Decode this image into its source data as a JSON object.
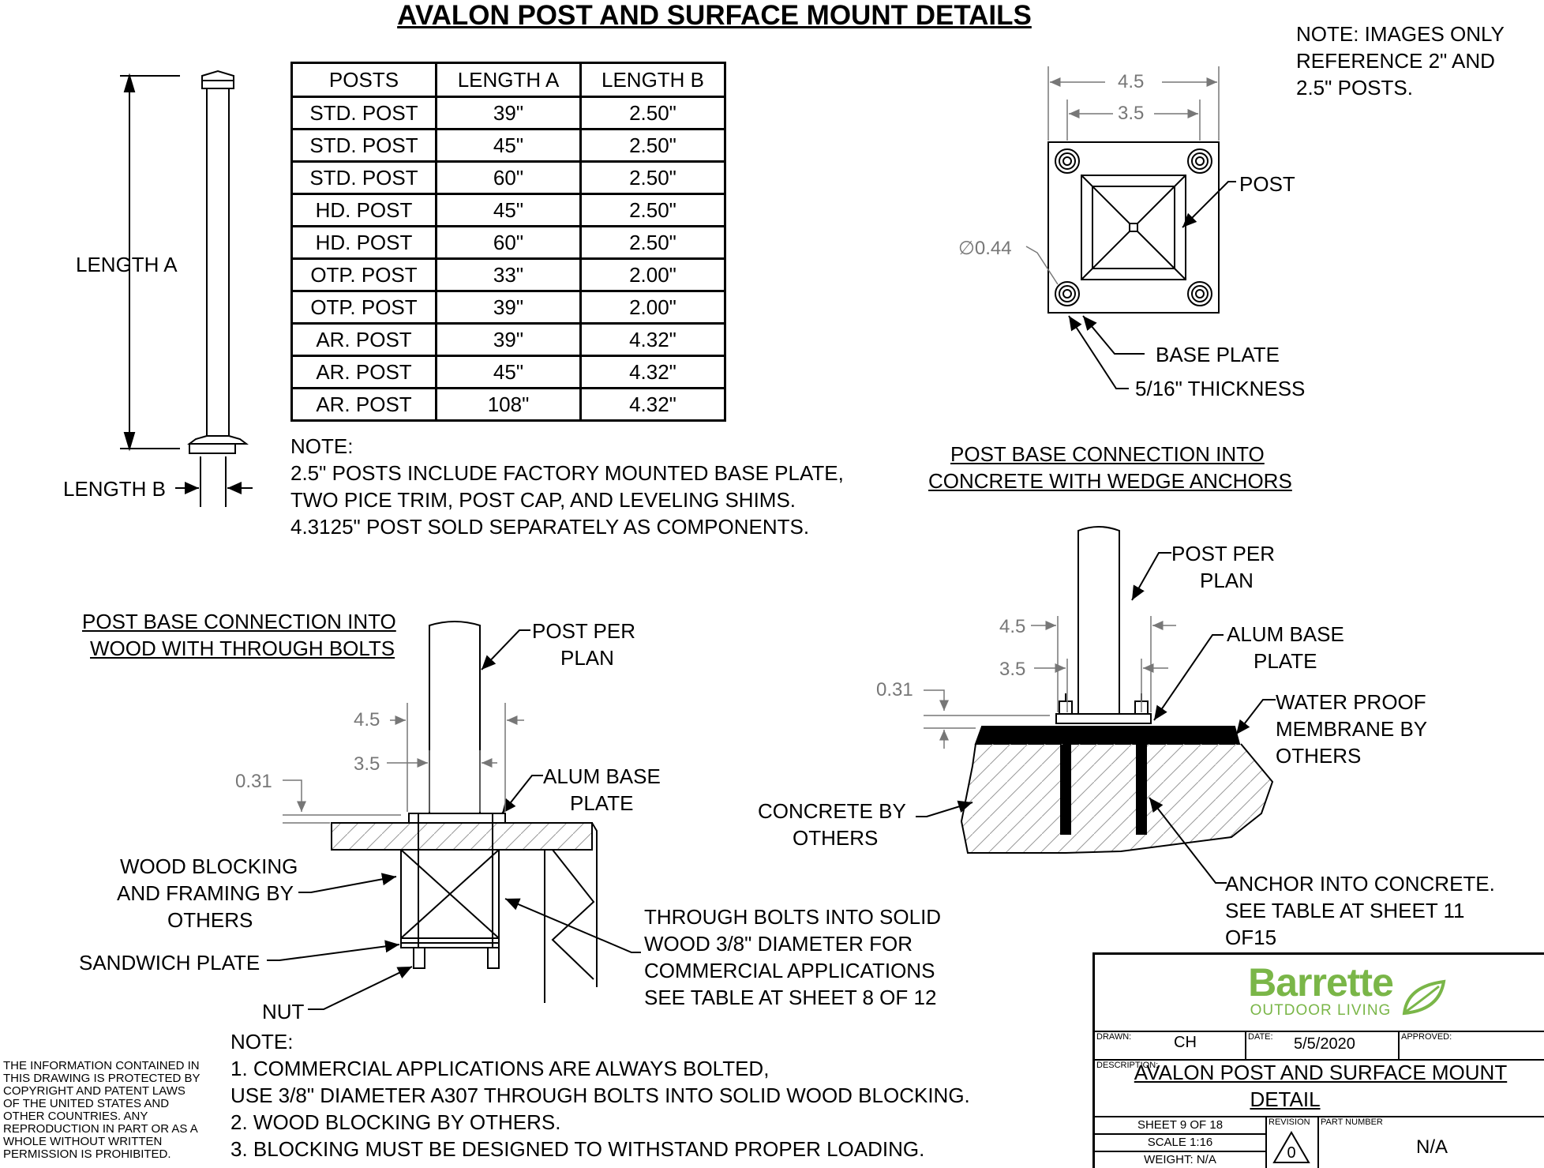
{
  "title": "AVALON POST AND SURFACE MOUNT DETAILS",
  "note_images": [
    "NOTE: IMAGES ONLY",
    "REFERENCE 2\" AND",
    "2.5\" POSTS."
  ],
  "post_elevation": {
    "length_a": "LENGTH A",
    "length_b": "LENGTH B"
  },
  "posts_table": {
    "headers": [
      "POSTS",
      "LENGTH A",
      "LENGTH B"
    ],
    "rows": [
      [
        "STD. POST",
        "39\"",
        "2.50\""
      ],
      [
        "STD. POST",
        "45\"",
        "2.50\""
      ],
      [
        "STD. POST",
        "60\"",
        "2.50\""
      ],
      [
        "HD. POST",
        "45\"",
        "2.50\""
      ],
      [
        "HD. POST",
        "60\"",
        "2.50\""
      ],
      [
        "OTP. POST",
        "33\"",
        "2.00\""
      ],
      [
        "OTP. POST",
        "39\"",
        "2.00\""
      ],
      [
        "AR. POST",
        "39\"",
        "4.32\""
      ],
      [
        "AR. POST",
        "45\"",
        "4.32\""
      ],
      [
        "AR. POST",
        "108\"",
        "4.32\""
      ]
    ]
  },
  "table_note": [
    "NOTE:",
    "2.5\" POSTS INCLUDE FACTORY MOUNTED BASE PLATE,",
    "TWO PICE TRIM, POST CAP, AND LEVELING SHIMS.",
    "4.3125\" POST SOLD SEPARATELY AS COMPONENTS."
  ],
  "plan_view": {
    "dim_outer": "4.5",
    "dim_inner": "3.5",
    "hole_dia": "∅0.44",
    "post": "POST",
    "base_plate": "BASE PLATE",
    "thickness": "5/16\" THICKNESS"
  },
  "concrete_detail": {
    "title": [
      "POST BASE CONNECTION INTO",
      "CONCRETE WITH WEDGE ANCHORS"
    ],
    "post_per_plan": [
      "POST PER",
      "PLAN"
    ],
    "dim_outer": "4.5",
    "dim_inner": "3.5",
    "dim_thk": "0.31",
    "alum_base_plate": [
      "ALUM BASE",
      "PLATE"
    ],
    "membrane": [
      "WATER PROOF",
      "MEMBRANE BY",
      "OTHERS"
    ],
    "concrete": [
      "CONCRETE BY",
      "OTHERS"
    ],
    "anchor": [
      "ANCHOR INTO CONCRETE.",
      "SEE TABLE AT SHEET 11",
      "OF15"
    ]
  },
  "wood_detail": {
    "title": [
      "POST BASE CONNECTION INTO",
      "WOOD WITH THROUGH BOLTS"
    ],
    "post_per_plan": [
      "POST PER",
      "PLAN"
    ],
    "dim_outer": "4.5",
    "dim_inner": "3.5",
    "dim_thk": "0.31",
    "alum_base_plate": [
      "ALUM BASE",
      "PLATE"
    ],
    "wood_blocking": [
      "WOOD BLOCKING",
      "AND FRAMING BY",
      "OTHERS"
    ],
    "sandwich_plate": "SANDWICH PLATE",
    "nut": "NUT",
    "through_bolts": [
      "THROUGH BOLTS INTO SOLID",
      "WOOD 3/8\" DIAMETER FOR",
      "COMMERCIAL APPLICATIONS",
      "SEE TABLE AT SHEET 8 OF 12"
    ]
  },
  "bottom_note": [
    "NOTE:",
    "1. COMMERCIAL APPLICATIONS ARE ALWAYS BOLTED,",
    "USE 3/8\" DIAMETER A307 THROUGH BOLTS INTO SOLID WOOD BLOCKING.",
    "2. WOOD BLOCKING BY OTHERS.",
    "3. BLOCKING MUST BE DESIGNED TO WITHSTAND PROPER LOADING."
  ],
  "copyright": [
    "THE INFORMATION CONTAINED IN",
    "THIS  DRAWING IS PROTECTED BY",
    "COPYRIGHT AND PATENT LAWS",
    "OF THE UNITED STATES AND",
    "OTHER COUNTRIES. ANY",
    "REPRODUCTION IN PART OR AS A",
    "WHOLE WITHOUT WRITTEN",
    "PERMISSION IS PROHIBITED."
  ],
  "title_block": {
    "logo": "Barrette",
    "logo_sub": "OUTDOOR LIVING",
    "drawn_label": "DRAWN:",
    "drawn": "CH",
    "date_label": "DATE:",
    "date": "5/5/2020",
    "approved_label": "APPROVED:",
    "description_label": "DESCRIPTION:",
    "description": [
      "AVALON POST AND SURFACE MOUNT",
      "DETAIL"
    ],
    "sheet": "SHEET 9 OF 18",
    "scale": "SCALE 1:16",
    "weight": "WEIGHT: N/A",
    "revision_label": "REVISION",
    "revision": "0",
    "part_label": "PART NUMBER",
    "part": "N/A"
  },
  "colors": {
    "line": "#000000",
    "dim": "#777777",
    "logo_green": "#7ab648"
  }
}
